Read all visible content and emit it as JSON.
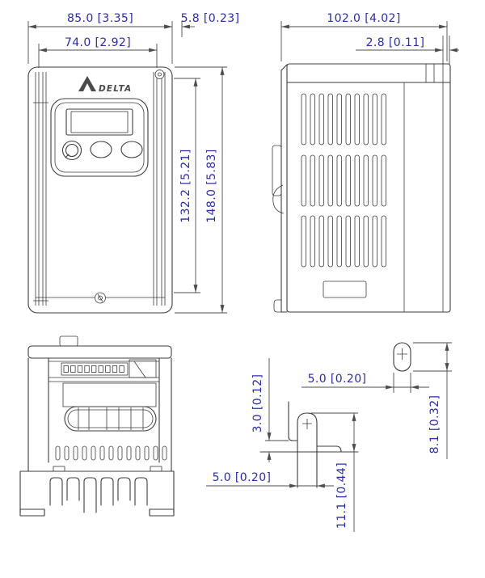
{
  "drawing": {
    "brand": "DELTA",
    "colors": {
      "dimension_text": "#2b2bb0",
      "line": "#3c3c3c",
      "background": "#ffffff"
    },
    "dimensions": {
      "front_overall_width": "85.0 [3.35]",
      "front_panel_width": "74.0 [2.92]",
      "cover_offset": "5.8 [0.23]",
      "overall_depth": "102.0 [4.02]",
      "back_plate_thickness": "2.8 [0.11]",
      "mounting_hole_pitch": "132.2 [5.21]",
      "overall_height": "148.0 [5.83]",
      "top_slot_width": "5.0 [0.20]",
      "top_slot_height": "8.1 [0.32]",
      "bottom_notch_height": "3.0 [0.12]",
      "bottom_slot_width": "5.0 [0.20]",
      "bottom_slot_depth": "11.1 [0.44]"
    }
  }
}
